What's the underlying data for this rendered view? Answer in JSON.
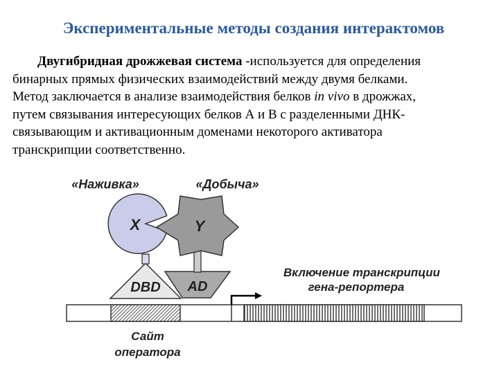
{
  "slide": {
    "title": "Экспериментальные методы создания интерактомов",
    "paragraph": {
      "lead_bold": "Двугибридная дрожжевая система",
      "line1_rest": " -используется для определения",
      "line2": "бинарных прямых физических взаимодействий между двумя белками.",
      "line3_before": "Метод заключается в анализе взаимодействия белков ",
      "line3_italic": "in vivo",
      "line3_after": " в дрожжах,",
      "line4": "путем связывания интересующих белков А и В с разделенными ДНК-",
      "line5": "связывающим и активационным доменами некоторого активатора",
      "line6": "транскрипции соответственно."
    }
  },
  "diagram": {
    "bait_label": "«Наживка»",
    "prey_label": "«Добыча»",
    "protein_x": "X",
    "protein_y": "Y",
    "domain_dbd": "DBD",
    "domain_ad": "AD",
    "transcription_line1": "Включение транскрипции",
    "transcription_line2": "гена-репортера",
    "site_line1": "Сайт",
    "site_line2": "оператора",
    "colors": {
      "title": "#2b5a9c",
      "bait_protein": "#c9cde9",
      "prey_protein": "#9a9a9a",
      "dbd_fill": "#e8e8e8",
      "ad_fill": "#aaaaaa"
    }
  }
}
